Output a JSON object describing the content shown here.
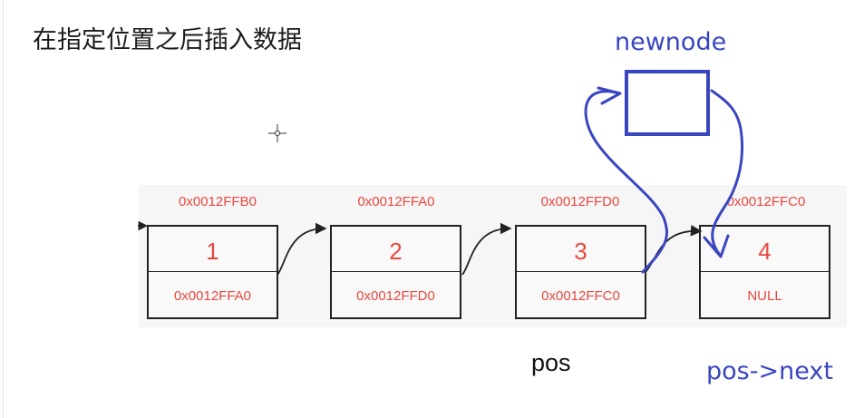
{
  "title": "在指定位置之后插入数据",
  "nodes": [
    {
      "address": "0x0012FFB0",
      "value": "1",
      "next": "0x0012FFA0"
    },
    {
      "address": "0x0012FFA0",
      "value": "2",
      "next": "0x0012FFD0"
    },
    {
      "address": "0x0012FFD0",
      "value": "3",
      "next": "0x0012FFC0"
    },
    {
      "address": "0x0012FFC0",
      "value": "4",
      "next": "NULL"
    }
  ],
  "labels": {
    "pos": "pos",
    "pos_next": "pos->next",
    "newnode": "newnode"
  },
  "colors": {
    "address_red": "#e8483f",
    "annotation_blue": "#3a46c0",
    "box_border": "#222222"
  }
}
